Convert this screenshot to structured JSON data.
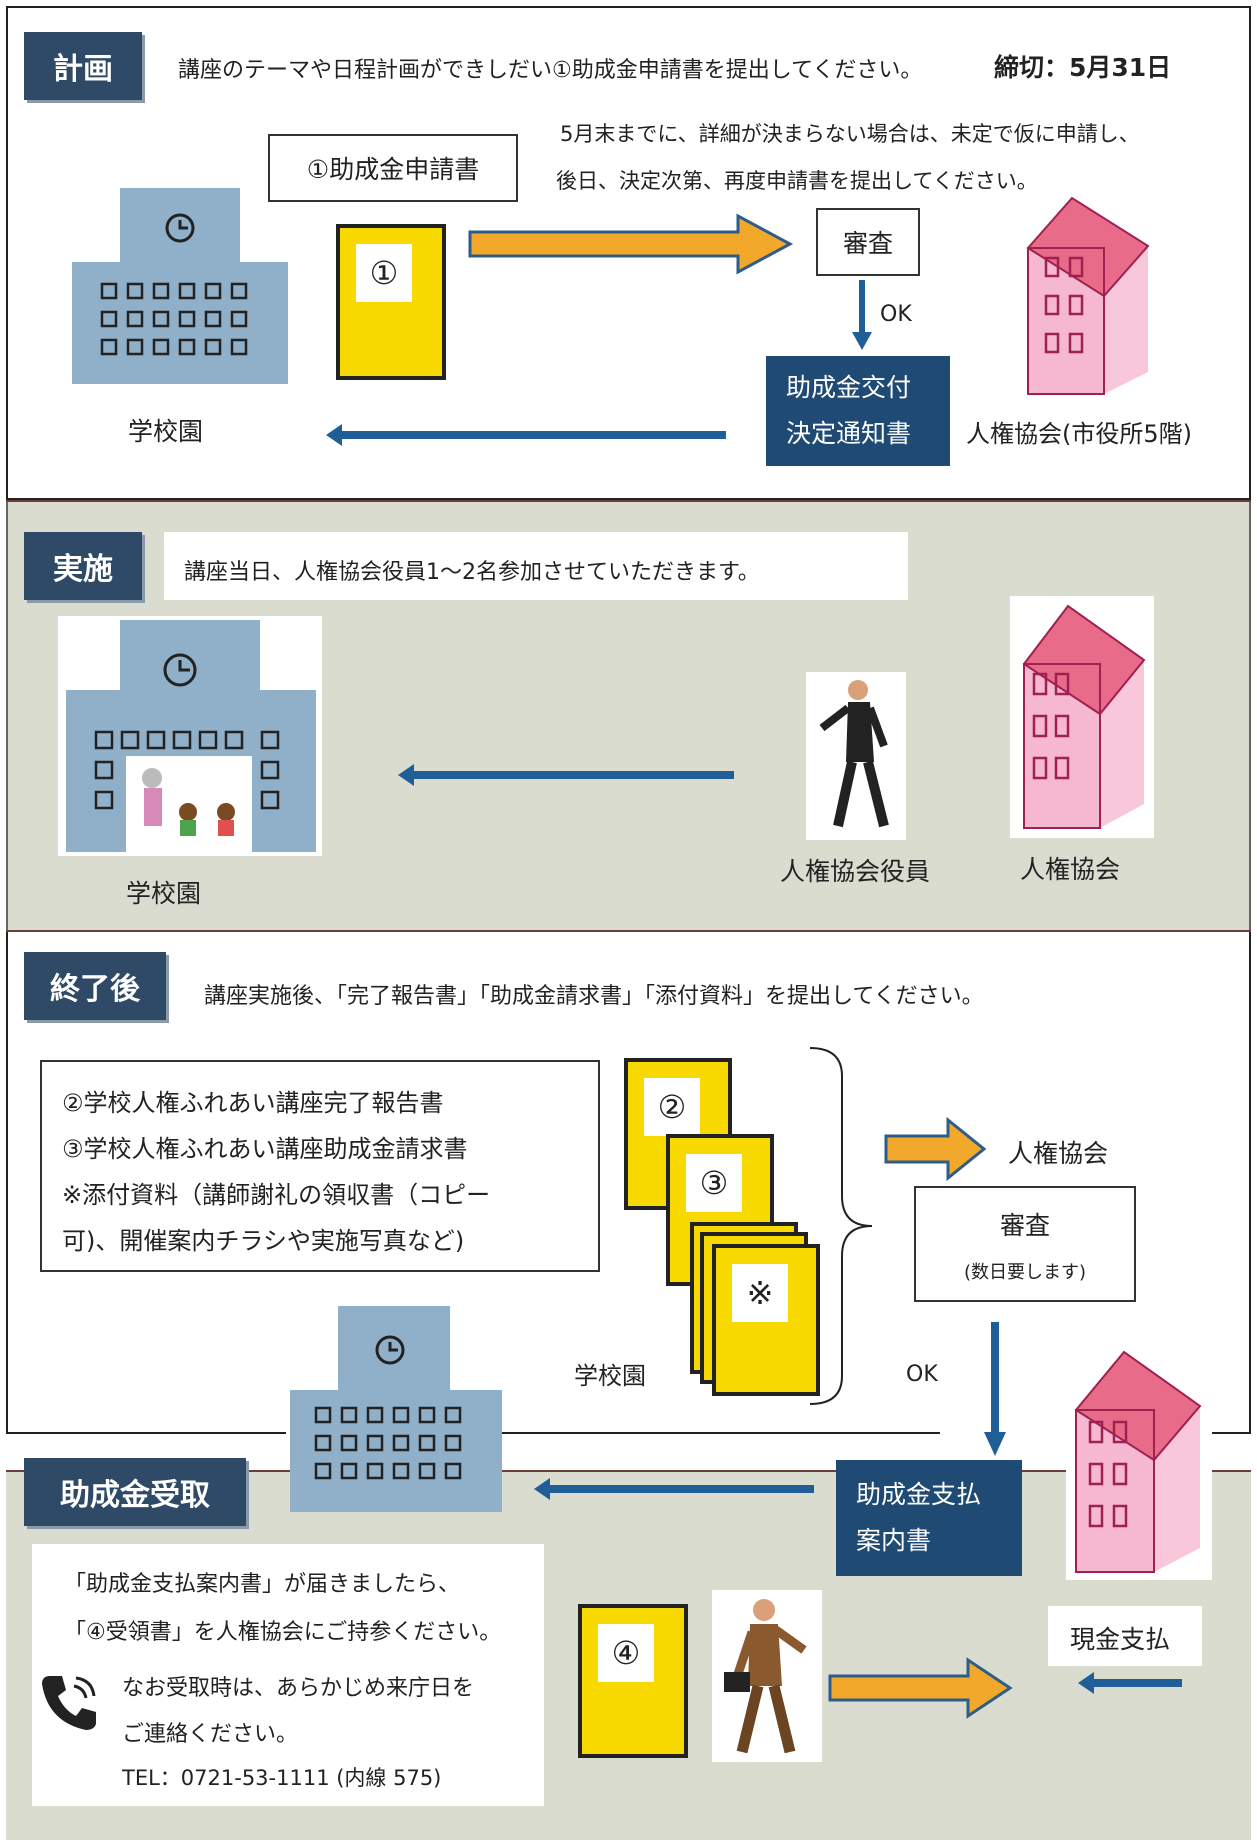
{
  "plan": {
    "header": "計画",
    "intro": "講座のテーマや日程計画ができしだい①助成金申請書を提出してください。",
    "deadline": "締切：5月31日",
    "note_line1": "5月末までに、詳細が決まらない場合は、未定で仮に申請し、",
    "note_line2": "後日、決定次第、再度申請書を提出してください。",
    "application_label": "①助成金申請書",
    "doc_label": "①",
    "review": "審査",
    "ok": "OK",
    "notice_line1": "助成金交付",
    "notice_line2": "決定通知書",
    "school": "学校園",
    "association": "人権協会(市役所5階)"
  },
  "implement": {
    "header": "実施",
    "intro": "講座当日、人権協会役員1～2名参加させていただきます。",
    "school": "学校園",
    "officer": "人権協会役員",
    "association": "人権協会"
  },
  "after": {
    "header": "終了後",
    "intro": "講座実施後、「完了報告書」「助成金請求書」「添付資料」を提出してください。",
    "list": [
      "②学校人権ふれあい講座完了報告書",
      "③学校人権ふれあい講座助成金請求書",
      "※添付資料（講師謝礼の領収書（コピー",
      "可)、開催案内チラシや実施写真など)"
    ],
    "doc2": "②",
    "doc3": "③",
    "doc_note": "※",
    "school": "学校園",
    "association": "人権協会",
    "review": "審査",
    "review_sub": "(数日要します)",
    "ok": "OK"
  },
  "receipt": {
    "header": "助成金受取",
    "payment_line1": "助成金支払",
    "payment_line2": "案内書",
    "text1": "「助成金支払案内書」が届きましたら、",
    "text2": "「④受領書」を人権協会にご持参ください。",
    "text3": "なお受取時は、あらかじめ来庁日を",
    "text4": "ご連絡ください。",
    "tel": "TEL：0721-53-1111 (内線 575)",
    "doc4": "④",
    "cash": "現金支払"
  },
  "colors": {
    "navy": "#2e4a66",
    "blue_arrow": "#1f5e96",
    "orange_arrow": "#f2a92b",
    "yellow_doc": "#f7d900",
    "pink_building": "#f6b8d0",
    "school_blue": "#8fb0c8"
  }
}
